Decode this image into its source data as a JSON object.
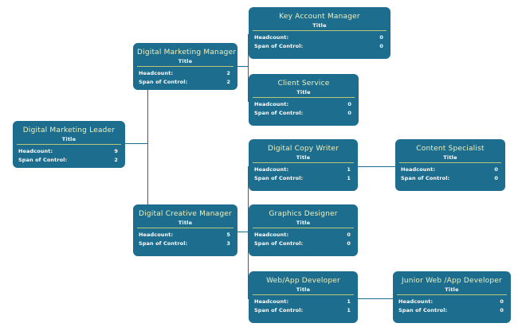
{
  "diagram": {
    "type": "org-chart",
    "row_labels": {
      "headcount": "Headcount:",
      "span": "Span of Control:"
    },
    "subtitle_default": "Title",
    "colors": {
      "node_fill": "#1d6e8e",
      "title_text": "#f3efb8",
      "subtitle_text": "#ffffff",
      "divider": "#b9c779",
      "connector": "#1a6d8e",
      "background": "#ffffff"
    },
    "nodes": [
      {
        "id": "digital-marketing-leader",
        "title": "Digital Marketing Leader",
        "subtitle": "Title",
        "headcount_label": "Headcount:",
        "headcount": "9",
        "span_label": "Span of Control:",
        "span": "2"
      },
      {
        "id": "digital-marketing-manager",
        "title": "Digital Marketing Manager",
        "subtitle": "Title",
        "headcount_label": "Headcount:",
        "headcount": "2",
        "span_label": "Span of Control:",
        "span": "2"
      },
      {
        "id": "key-account-manager",
        "title": "Key Account Manager",
        "subtitle": "Title",
        "headcount_label": "Headcount:",
        "headcount": "0",
        "span_label": "Span of Control:",
        "span": "0"
      },
      {
        "id": "client-service",
        "title": "Client Service",
        "subtitle": "Title",
        "headcount_label": "Headcount:",
        "headcount": "0",
        "span_label": "Span of Control:",
        "span": "0"
      },
      {
        "id": "digital-creative-manager",
        "title": "Digital Creative Manager",
        "subtitle": "Title",
        "headcount_label": "Headcount:",
        "headcount": "5",
        "span_label": "Span of Control:",
        "span": "3"
      },
      {
        "id": "digital-copy-writer",
        "title": "Digital Copy Writer",
        "subtitle": "Title",
        "headcount_label": "Headcount:",
        "headcount": "1",
        "span_label": "Span of Control:",
        "span": "1"
      },
      {
        "id": "content-specialist",
        "title": "Content Specialist",
        "subtitle": "Title",
        "headcount_label": "Headcount:",
        "headcount": "0",
        "span_label": "Span of Control:",
        "span": "0"
      },
      {
        "id": "graphics-designer",
        "title": "Graphics Designer",
        "subtitle": "Title",
        "headcount_label": "Headcount:",
        "headcount": "0",
        "span_label": "Span of Control:",
        "span": "0"
      },
      {
        "id": "web-app-developer",
        "title": "Web/App Developer",
        "subtitle": "Title",
        "headcount_label": "Headcount:",
        "headcount": "1",
        "span_label": "Span of Control:",
        "span": "1"
      },
      {
        "id": "junior-web-app-developer",
        "title": "Junior Web /App Developer",
        "subtitle": "Title",
        "headcount_label": "Headcount:",
        "headcount": "0",
        "span_label": "Span of Control:",
        "span": "0"
      }
    ],
    "edges": [
      {
        "from": "digital-marketing-leader",
        "to": "digital-marketing-manager"
      },
      {
        "from": "digital-marketing-leader",
        "to": "digital-creative-manager"
      },
      {
        "from": "digital-marketing-manager",
        "to": "key-account-manager"
      },
      {
        "from": "digital-marketing-manager",
        "to": "client-service"
      },
      {
        "from": "digital-creative-manager",
        "to": "digital-copy-writer"
      },
      {
        "from": "digital-creative-manager",
        "to": "graphics-designer"
      },
      {
        "from": "digital-creative-manager",
        "to": "web-app-developer"
      },
      {
        "from": "digital-copy-writer",
        "to": "content-specialist"
      },
      {
        "from": "web-app-developer",
        "to": "junior-web-app-developer"
      }
    ]
  }
}
